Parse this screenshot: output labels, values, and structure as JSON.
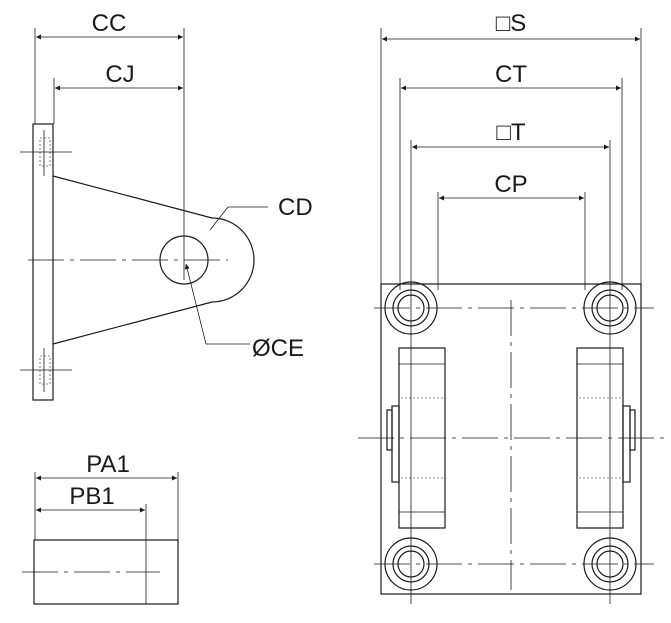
{
  "labels": {
    "cc": "CC",
    "cj": "CJ",
    "cd": "CD",
    "ce": "ØCE",
    "pa1": "PA1",
    "pb1": "PB1",
    "s": "□S",
    "ct": "CT",
    "t": "□T",
    "cp": "CP"
  }
}
